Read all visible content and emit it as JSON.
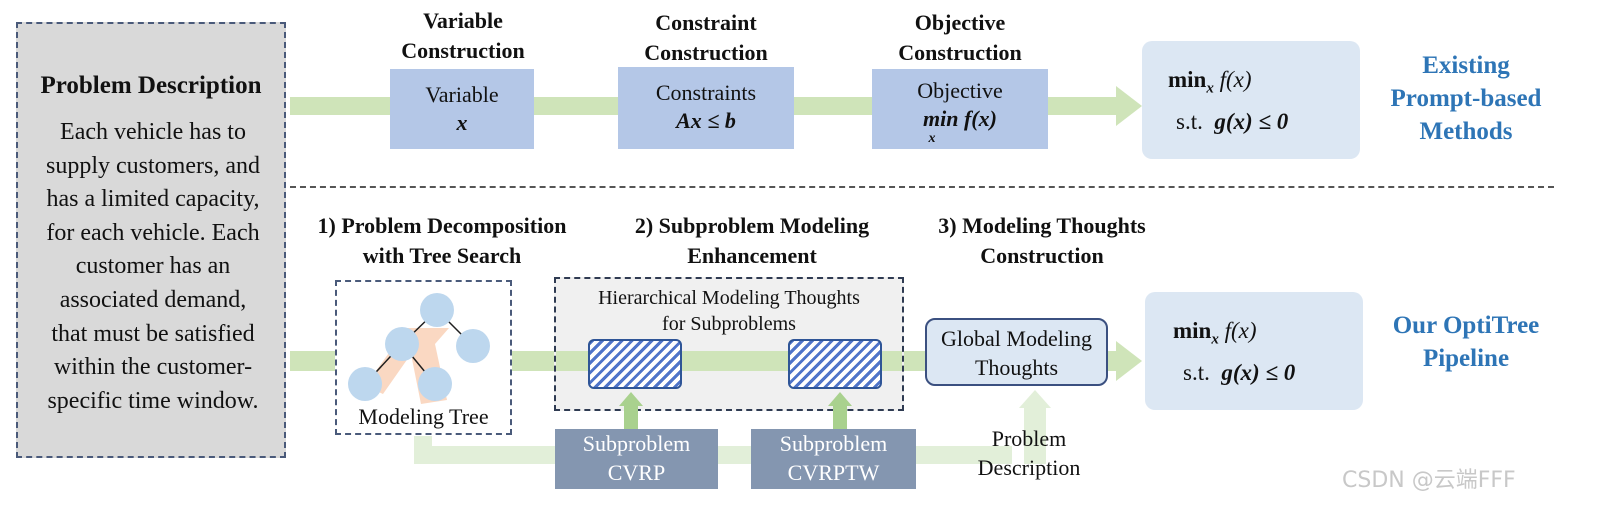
{
  "problem": {
    "title": "Problem Description",
    "lines": [
      "Each vehicle has to",
      "supply customers, and",
      "has a limited capacity,",
      "for each vehicle. Each",
      "customer has an",
      "associated demand,",
      "that must be satisfied",
      "within the customer-",
      "specific time window."
    ]
  },
  "top_row": {
    "steps": [
      {
        "title_lines": [
          "Variable",
          "Construction"
        ],
        "box_label": "Variable",
        "box_math": "x"
      },
      {
        "title_lines": [
          "Constraint",
          "Construction"
        ],
        "box_label": "Constraints",
        "box_math": "Ax ≤ b"
      },
      {
        "title_lines": [
          "Objective",
          "Construction"
        ],
        "box_label": "Objective",
        "box_math": "min f(x)",
        "box_math_sub": "x"
      }
    ],
    "result": {
      "line1": "min",
      "line1_sub": "x",
      "line1_rest": "f(x)",
      "line2_prefix": "s.t.",
      "line2_math": "g(x) ≤ 0"
    },
    "method_label_lines": [
      "Existing",
      "Prompt-based",
      "Methods"
    ]
  },
  "bottom_row": {
    "stages": [
      {
        "title_lines": [
          "1) Problem Decomposition",
          "with Tree Search"
        ]
      },
      {
        "title_lines": [
          "2) Subproblem Modeling",
          "Enhancement"
        ]
      },
      {
        "title_lines": [
          "3) Modeling Thoughts",
          "Construction"
        ]
      }
    ],
    "tree_label": "Modeling Tree",
    "hier_label_lines": [
      "Hierarchical Modeling Thoughts",
      "for Subproblems"
    ],
    "global_box_lines": [
      "Global Modeling",
      "Thoughts"
    ],
    "subproblems": [
      {
        "lines": [
          "Subproblem",
          "CVRP"
        ]
      },
      {
        "lines": [
          "Subproblem",
          "CVRPTW"
        ]
      }
    ],
    "problem_desc_lines": [
      "Problem",
      "Description"
    ],
    "result": {
      "line1": "min",
      "line1_sub": "x",
      "line1_rest": "f(x)",
      "line2_prefix": "s.t.",
      "line2_math": "g(x) ≤ 0"
    },
    "method_label_lines": [
      "Our OptiTree",
      "Pipeline"
    ]
  },
  "watermark": "CSDN @云端FFF",
  "colors": {
    "panel_bg": "#d9d9d9",
    "arrow_green": "#cfe4b9",
    "step_blue": "#b4c7e7",
    "result_bg": "#dce7f3",
    "label_blue": "#2e75b6",
    "subproblem_gray": "#8496b0",
    "node_blue": "#bdd7ee",
    "tree_peach": "#f8cbad"
  }
}
